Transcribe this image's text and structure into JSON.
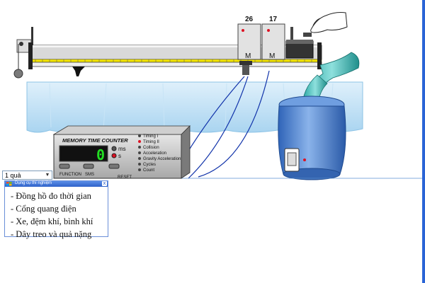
{
  "experiment": {
    "gate_left_label": "26",
    "gate_right_label": "17",
    "counter": {
      "title": "MEMORY TIME COUNTER",
      "display_value": "0",
      "unit_ms": "ms",
      "unit_s": "s",
      "buttons": [
        "FUNCTION",
        "SMS",
        "RESET"
      ],
      "modes": [
        "Timing I",
        "Timing II",
        "Collision",
        "Acceleration",
        "Gravity Acceleration",
        "Cycles",
        "Count"
      ],
      "active_mode_index": 1
    }
  },
  "weight_select": {
    "value": "1 quả"
  },
  "equipment_panel": {
    "title": "Dụng cụ thí nghiệm",
    "close_label": "x",
    "items": [
      "- Đồng hồ đo thời gian",
      "- Cổng quang điện",
      "- Xe, đệm khí, bình khí",
      "- Dây treo và quả nặng"
    ]
  },
  "colors": {
    "frame": "#2a64d6",
    "panel_header": "#2f62c9",
    "display_digit": "#22dd22"
  }
}
